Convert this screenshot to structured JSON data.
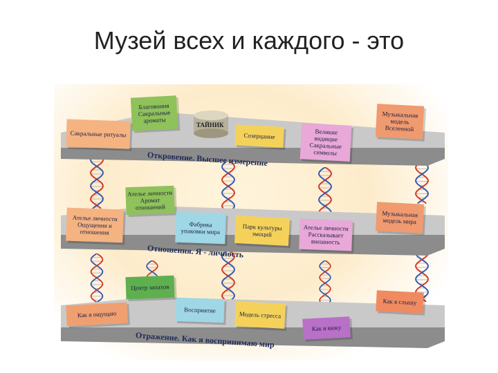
{
  "slide": {
    "title": "Музей всех и каждого - это"
  },
  "levels": [
    {
      "label": "Откровение. Высшее измерение",
      "blocks": [
        {
          "text": "Благовония Сакральные ароматы",
          "color": "#8fc25a"
        },
        {
          "text": "Сакральные ритуалы",
          "color": "#f5b382"
        },
        {
          "text": "ТАЙНИК",
          "color": "#c9c3ad"
        },
        {
          "text": "Созерцание",
          "color": "#f4d25a"
        },
        {
          "text": "Великие видящие Сакральные символы",
          "color": "#e8a8d8"
        },
        {
          "text": "Музыкальная модель Вселенной",
          "color": "#f09a70"
        }
      ]
    },
    {
      "label": "Отношения. Я - личность",
      "blocks": [
        {
          "text": "Ателье личности Аромат отношений",
          "color": "#8fc25a"
        },
        {
          "text": "Ателье личности Ощущения и отношения",
          "color": "#f5b382"
        },
        {
          "text": "Фабрика упаковки мира",
          "color": "#9fd7e6"
        },
        {
          "text": "Парк культуры эмоций",
          "color": "#f4d25a"
        },
        {
          "text": "Ателье личности Рассказывает внешность",
          "color": "#e8a8d8"
        },
        {
          "text": "Музыкальная модель мира",
          "color": "#f09a70"
        }
      ]
    },
    {
      "label": "Отражение. Как я воспринимаю мир",
      "blocks": [
        {
          "text": "Центр запахов",
          "color": "#5eb04e"
        },
        {
          "text": "Как я ощущаю",
          "color": "#f0a070"
        },
        {
          "text": "Восприятие",
          "color": "#9fd7e6"
        },
        {
          "text": "Модель стресса",
          "color": "#f4d25a"
        },
        {
          "text": "Как я вижу",
          "color": "#b870c8"
        },
        {
          "text": "Как я слышу",
          "color": "#f08a60"
        }
      ]
    }
  ],
  "colors": {
    "shelf_top": "#c9c9c9",
    "shelf_front": "#8c8c8c",
    "helix_red": "#d23a2a",
    "helix_blue": "#3a5ab0"
  }
}
